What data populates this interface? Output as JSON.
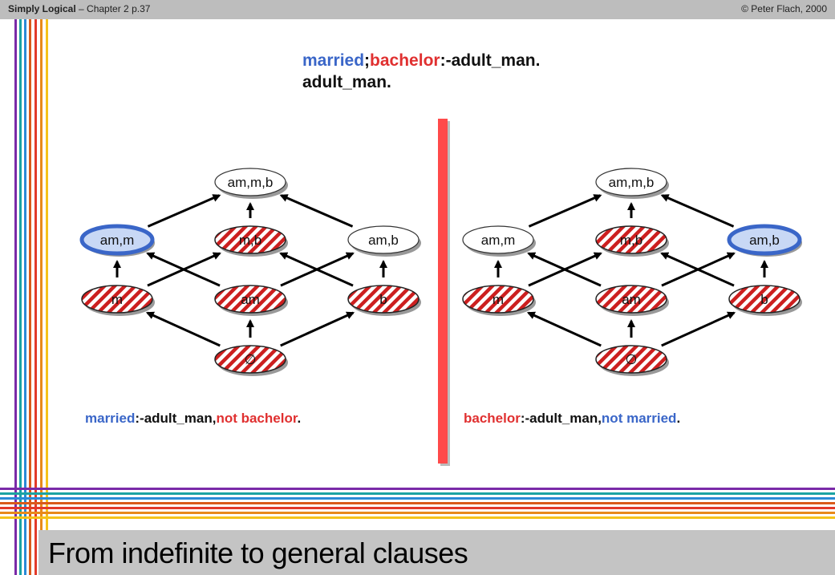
{
  "header": {
    "title_bold": "Simply Logical",
    "title_rest": " – Chapter 2   p.37",
    "copyright": "© Peter Flach, 2000"
  },
  "clause": {
    "line1_part1": "married",
    "line1_sep": ";",
    "line1_part2": "bachelor",
    "line1_rest": ":-adult_man.",
    "line2": "adult_man."
  },
  "left_caption": {
    "head": "married",
    "body": ":-adult_man,",
    "neg": "not bachelor",
    "end": "."
  },
  "right_caption": {
    "head": "bachelor",
    "body": ":-adult_man,",
    "neg": "not married",
    "end": "."
  },
  "lattices": [
    {
      "name": "left",
      "nodes": [
        {
          "id": "top",
          "label": "am,m,b",
          "style": "white"
        },
        {
          "id": "am_m",
          "label": "am,m",
          "style": "blue"
        },
        {
          "id": "m_b",
          "label": "m,b",
          "style": "hatched"
        },
        {
          "id": "am_b",
          "label": "am,b",
          "style": "white"
        },
        {
          "id": "m",
          "label": "m",
          "style": "hatched"
        },
        {
          "id": "am",
          "label": "am",
          "style": "hatched"
        },
        {
          "id": "b",
          "label": "b",
          "style": "hatched"
        },
        {
          "id": "empty",
          "label": "∅",
          "style": "hatched"
        }
      ]
    },
    {
      "name": "right",
      "nodes": [
        {
          "id": "top",
          "label": "am,m,b",
          "style": "white"
        },
        {
          "id": "am_m",
          "label": "am,m",
          "style": "white"
        },
        {
          "id": "m_b",
          "label": "m,b",
          "style": "hatched"
        },
        {
          "id": "am_b",
          "label": "am,b",
          "style": "blue"
        },
        {
          "id": "m",
          "label": "m",
          "style": "hatched"
        },
        {
          "id": "am",
          "label": "am",
          "style": "hatched"
        },
        {
          "id": "b",
          "label": "b",
          "style": "hatched"
        },
        {
          "id": "empty",
          "label": "∅",
          "style": "hatched"
        }
      ]
    }
  ],
  "colors": {
    "blue_text": "#3a66c8",
    "red_text": "#e03030",
    "divider": "#ff4a4a",
    "hatch_red": "#cc1f1f",
    "highlight_blue": "#3a66c8"
  },
  "page_title": "From indefinite  to general  clauses"
}
